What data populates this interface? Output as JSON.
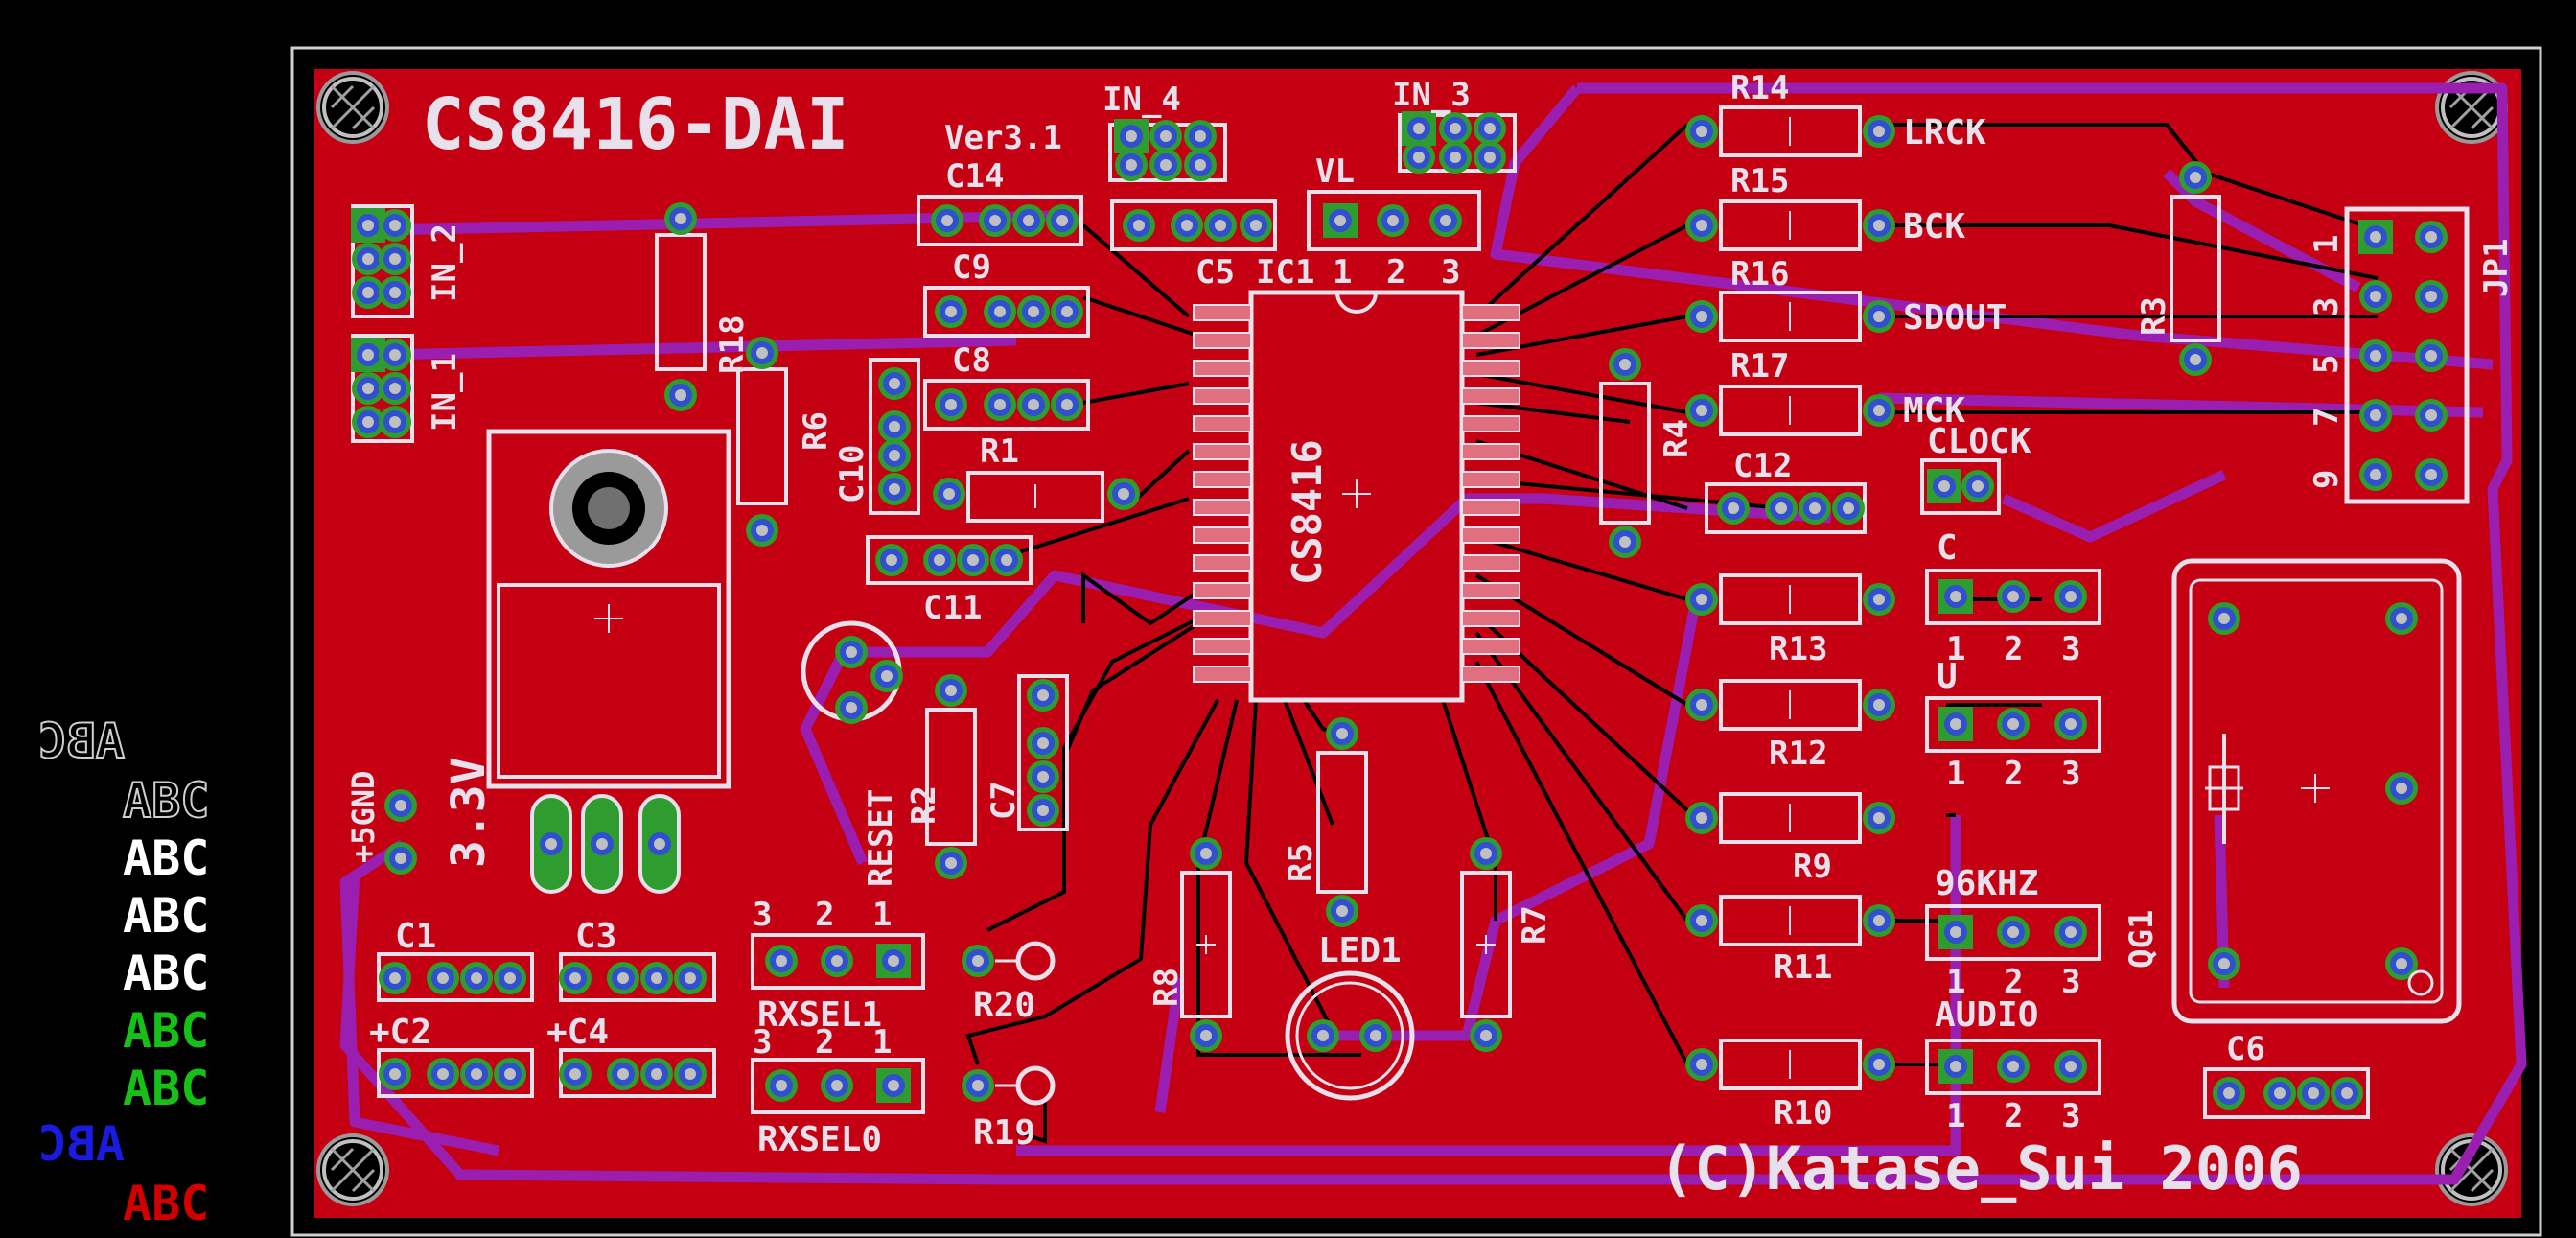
{
  "colors": {
    "background": "#000000",
    "copper_top": "#c40012",
    "copper_bottom_trace": "#9a1fb0",
    "silkscreen": "#e8e0ea",
    "pad_green": "#2e9c2e",
    "pad_blue": "#3050d0",
    "pad_ring": "#c0c0c0",
    "trace_black": "#000000",
    "legend_white": "#ffffff",
    "legend_green": "#16c016",
    "legend_blue": "#1a1ae0",
    "legend_red": "#d00000",
    "legend_outline": "#cfcfcf"
  },
  "board": {
    "title": "CS8416-DAI",
    "version": "Ver3.1",
    "copyright": "(C)Katase_Sui 2006",
    "ic_label": "CS8416",
    "regulator_label": "3.3V",
    "power_label": "+5GND",
    "reset_label": "RESET"
  },
  "labels": {
    "IN_4": "IN_4",
    "IN_3": "IN_3",
    "IN_2": "IN_2",
    "IN_1": "IN_1",
    "VL": "VL",
    "IC1": "IC1",
    "C5": "C5",
    "C14": "C14",
    "C9": "C9",
    "C8": "C8",
    "C10": "C10",
    "C11": "C11",
    "R1": "R1",
    "R6": "R6",
    "R18": "R18",
    "R14": "R14",
    "R15": "R15",
    "R16": "R16",
    "R17": "R17",
    "R4": "R4",
    "R3": "R3",
    "C12": "C12",
    "R13": "R13",
    "R12": "R12",
    "R9": "R9",
    "R11": "R11",
    "R10": "R10",
    "LRCK": "LRCK",
    "BCK": "BCK",
    "SDOUT": "SDOUT",
    "MCK": "MCK",
    "CLOCK": "CLOCK",
    "C": "C",
    "U": "U",
    "96KHZ": "96KHZ",
    "AUDIO": "AUDIO",
    "JP1": "JP1",
    "QG1": "QG1",
    "C6": "C6",
    "C1": "C1",
    "C2": "+C2",
    "C3": "C3",
    "C4": "+C4",
    "RXSEL1": "RXSEL1",
    "RXSEL0": "RXSEL0",
    "R20": "R20",
    "R19": "R19",
    "R2": "R2",
    "C7": "C7",
    "R5": "R5",
    "R7": "R7",
    "R8": "R8",
    "LED1": "LED1"
  },
  "pin_numbers": {
    "vl": [
      "1",
      "2",
      "3"
    ],
    "jumper3": [
      "1",
      "2",
      "3"
    ],
    "rxsel": [
      "3",
      "2",
      "1"
    ],
    "jp1": [
      "1",
      "3",
      "5",
      "7",
      "9"
    ]
  },
  "legend": [
    {
      "text": "ABC",
      "style": "mirrored-outline"
    },
    {
      "text": "ABC",
      "style": "outline"
    },
    {
      "text": "ABC",
      "style": "white"
    },
    {
      "text": "ABC",
      "style": "white"
    },
    {
      "text": "ABC",
      "style": "white"
    },
    {
      "text": "ABC",
      "style": "green"
    },
    {
      "text": "ABC",
      "style": "green"
    },
    {
      "text": "ABC",
      "style": "blue-mirrored"
    },
    {
      "text": "ABC",
      "style": "red"
    }
  ]
}
